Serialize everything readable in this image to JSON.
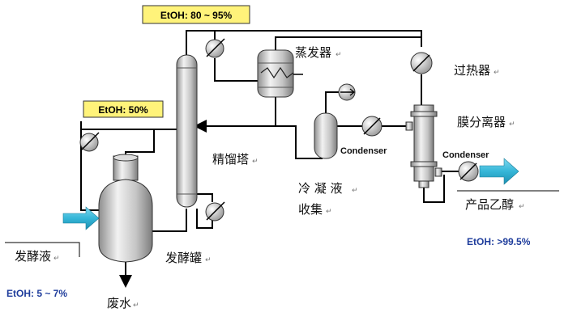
{
  "annotations": {
    "etoh_top": "EtOH: 80 ~ 95%",
    "etoh_mid": "EtOH: 50%",
    "etoh_feed": "EtOH: 5 ~ 7%",
    "etoh_product": "EtOH: >99.5%"
  },
  "equipment": {
    "evaporator": "蒸发器",
    "superheater": "过热器",
    "membrane_separator": "膜分离器",
    "rectifier": "精馏塔",
    "condensate_collector_line1": "冷 凝 液",
    "condensate_collector_line2": "收集",
    "fermenter": "发酵罐",
    "condenser_1": "Condenser",
    "condenser_2": "Condenser"
  },
  "streams": {
    "feed": "发酵液",
    "waste_water": "废水",
    "product": "产品乙醇"
  },
  "colors": {
    "label_box_fill": "#fff37a",
    "arrow_fill": "#35b6d8",
    "product_text": "#1f3d9c",
    "equipment_gray": "#b8b8b8"
  }
}
